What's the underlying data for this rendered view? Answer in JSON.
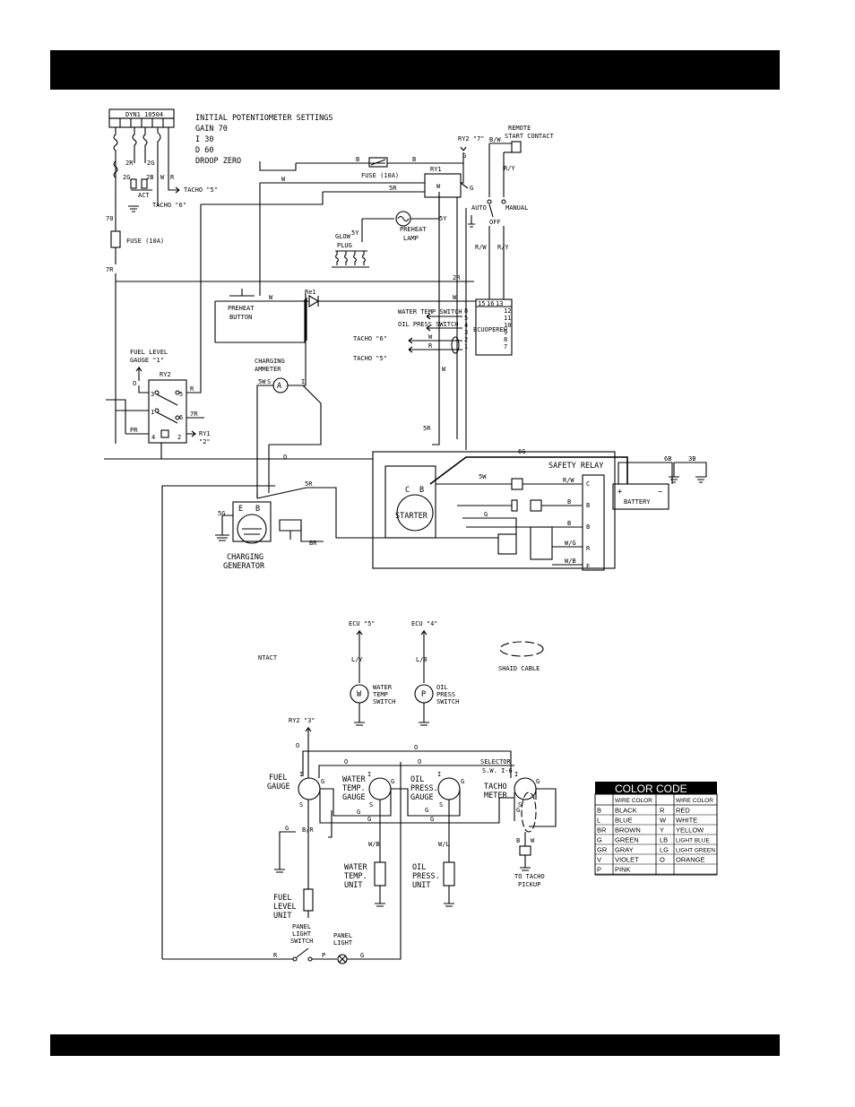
{
  "potentiometer": {
    "heading": "INITIAL POTENTIOMETER SETTINGS",
    "module": "DYN1 10504",
    "settings": [
      "GAIN  70",
      "I     30",
      "D     60",
      "DROOP ZERO"
    ]
  },
  "labels": {
    "tacho5_top": "TACHO \"5\"",
    "tacho6_top": "TACHO \"6\"",
    "act": "ACT",
    "fuse_left": "FUSE (10A)",
    "fuse_top": "FUSE (10A)",
    "ry1": "RY1",
    "ry2_7": "RY2 \"7\"",
    "remote": "REMOTE",
    "start_contact": "START CONTACT",
    "auto": "AUTO",
    "manual": "MANUAL",
    "off": "OFF",
    "glow": "GLOW",
    "plug": "PLUG",
    "preheat": "PREHEAT",
    "lamp": "LAMP",
    "preheat_btn1": "PREHEAT",
    "preheat_btn2": "BUTTON",
    "re1": "Re1",
    "water_temp_switch": "WATER TEMP SWITCH",
    "oil_press_switch": "OIL PRESS SWITCH",
    "ecu": "ECUOPEREH",
    "tacho6_mid": "TACHO \"6\"",
    "tacho5_mid": "TACHO \"5\"",
    "fuel_level": "FUEL LEVEL",
    "gauge1": "GAUGE \"1\"",
    "ry2": "RY2",
    "charging": "CHARGING",
    "ammeter": "AMMETER",
    "ry1_2a": "RY1",
    "ry1_2b": "\"2\"",
    "safety_relay": "SAFETY RELAY",
    "battery": "BATTERY",
    "starter": "STARTER",
    "charging_gen1": "CHARGING",
    "charging_gen2": "GENERATOR",
    "ecu5": "ECU \"5\"",
    "ecu4": "ECU \"4\"",
    "ntact": "NTACT",
    "shield_cable": "SHAID CABLE",
    "water_sw": [
      "WATER",
      "TEMP",
      "SWITCH"
    ],
    "oil_sw": [
      "OIL",
      "PRESS",
      "SWITCH"
    ],
    "ry2_3": "RY2 \"3\"",
    "selector": "SELECTOR",
    "selector2": "S.W. I-6",
    "fuel_gauge": [
      "FUEL",
      "GAUGE"
    ],
    "water_gauge": [
      "WATER",
      "TEMP.",
      "GAUGE"
    ],
    "oil_gauge": [
      "OIL",
      "PRESS.",
      "GAUGE"
    ],
    "tacho_meter": [
      "TACHO",
      "METER"
    ],
    "water_unit": [
      "WATER",
      "TEMP.",
      "UNIT"
    ],
    "oil_unit": [
      "OIL",
      "PRESS.",
      "UNIT"
    ],
    "fuel_unit": [
      "FUEL",
      "LEVEL",
      "UNIT"
    ],
    "panel_switch": [
      "PANEL",
      "LIGHT",
      "SWITCH"
    ],
    "panel_light": [
      "PANEL",
      "LIGHT"
    ],
    "tacho_pickup": [
      "TO TACHO",
      "PICKUP"
    ]
  },
  "color_code": {
    "title": "COLOR CODE",
    "header": "WIRE COLOR",
    "rows": [
      [
        "B",
        "BLACK",
        "R",
        "RED"
      ],
      [
        "L",
        "BLUE",
        "W",
        "WHITE"
      ],
      [
        "BR",
        "BROWN",
        "Y",
        "YELLOW"
      ],
      [
        "G",
        "GREEN",
        "LB",
        "LIGHT BLUE"
      ],
      [
        "GR",
        "GRAY",
        "LG",
        "LIGHT GREEN"
      ],
      [
        "V",
        "VIOLET",
        "O",
        "ORANGE"
      ],
      [
        "P",
        "PINK",
        "",
        ""
      ]
    ]
  }
}
